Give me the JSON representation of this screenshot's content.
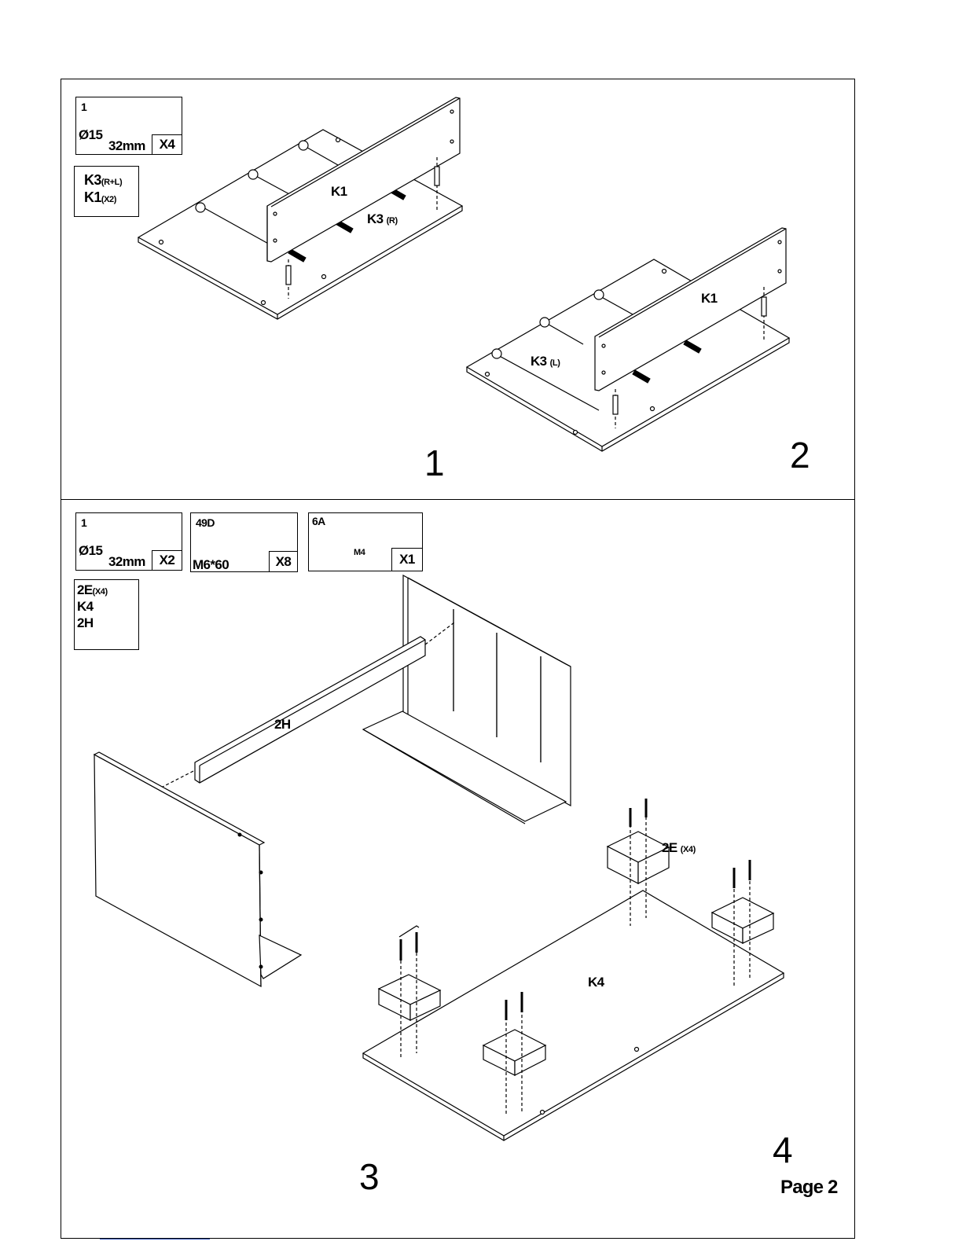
{
  "panel_top": {
    "step_left": "1",
    "step_right": "2",
    "hardware": [
      {
        "ref": "1",
        "diameter": "Ø15",
        "length": "32mm",
        "qty": "X4",
        "icon": "cam-dowel-icon"
      }
    ],
    "parts_list": [
      {
        "code": "K3",
        "suffix": "(R+L)"
      },
      {
        "code": "K1",
        "suffix": "(X2)"
      }
    ],
    "labels": {
      "k1_a": "K1",
      "k3_r_code": "K3",
      "k3_r_suffix": "(R)",
      "k1_b": "K1",
      "k3_l_code": "K3",
      "k3_l_suffix": "(L)"
    }
  },
  "panel_bottom": {
    "step_left": "3",
    "step_right": "4",
    "hardware": [
      {
        "ref": "1",
        "diameter": "Ø15",
        "length": "32mm",
        "qty": "X2",
        "icon": "cam-dowel-icon"
      },
      {
        "ref": "49D",
        "size": "M6*60",
        "qty": "X8",
        "icon": "bolt-icon"
      },
      {
        "ref": "6A",
        "size": "M4",
        "qty": "X1",
        "icon": "allen-key-icon"
      }
    ],
    "parts_list": [
      {
        "code": "2E",
        "suffix": "(X4)"
      },
      {
        "code": "K4",
        "suffix": ""
      },
      {
        "code": "2H",
        "suffix": ""
      }
    ],
    "labels": {
      "rail": "2H",
      "base": "K4",
      "feet_code": "2E",
      "feet_suffix": "(X4)"
    }
  },
  "page_label": "Page 2"
}
